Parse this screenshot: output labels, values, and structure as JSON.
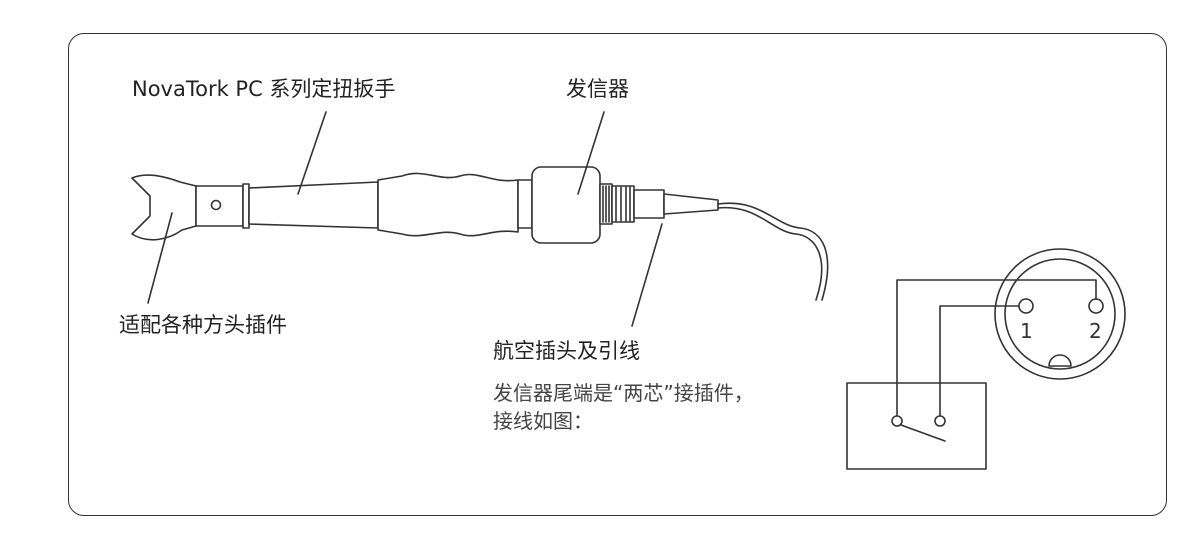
{
  "labels": {
    "wrench": "NovaTork  PC 系列定扭扳手",
    "transmitter": "发信器",
    "adapter": "适配各种方头插件",
    "connector": "航空插头及引线"
  },
  "note": {
    "line1": "发信器尾端是“两芯”接插件，",
    "line2": "接线如图："
  },
  "pins": {
    "pin1": "1",
    "pin2": "2"
  },
  "colors": {
    "stroke": "#333333",
    "text": "#222222",
    "note_text": "#444444"
  }
}
